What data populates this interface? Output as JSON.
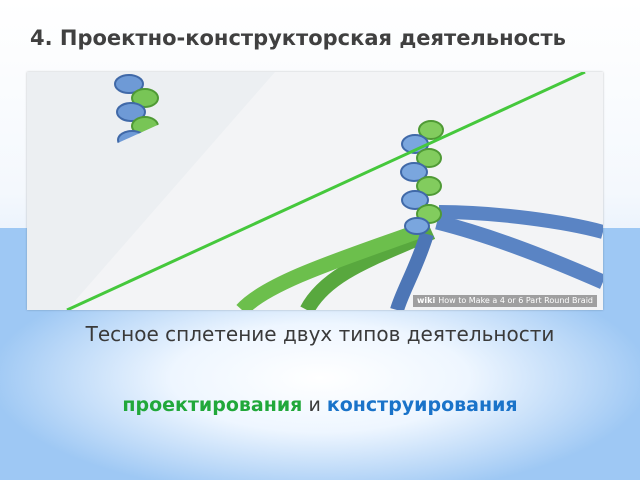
{
  "slide": {
    "title": "4. Проектно-конструкторская деятельность",
    "caption": "Тесное сплетение двух типов деятельности",
    "emphasis": {
      "green_word": "проектирования",
      "connector": "и",
      "blue_word": "конструирования"
    }
  },
  "image": {
    "watermark_brand": "wiki",
    "watermark_text": "How to Make a 4 or 6 Part Round Braid"
  },
  "colors": {
    "green_cord": "#6cbf4c",
    "blue_cord": "#5a84c4",
    "divider_line": "#45c83c",
    "green_text": "#21a83a",
    "blue_text": "#1a73c9",
    "title_text": "#404040"
  }
}
